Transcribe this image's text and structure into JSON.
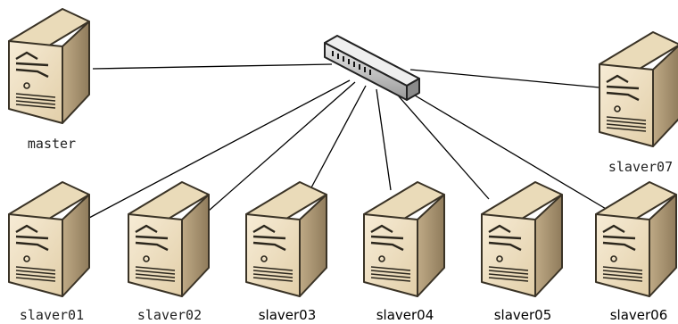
{
  "diagram": {
    "switch": {
      "icon": "network-switch-icon"
    },
    "servers": [
      {
        "id": "master",
        "label": "master",
        "icon": "server-tower-icon"
      },
      {
        "id": "slaver01",
        "label": "slaver01",
        "icon": "server-tower-icon"
      },
      {
        "id": "slaver02",
        "label": "slaver02",
        "icon": "server-tower-icon"
      },
      {
        "id": "slaver03",
        "label": "slaver03",
        "icon": "server-tower-icon"
      },
      {
        "id": "slaver04",
        "label": "slaver04",
        "icon": "server-tower-icon"
      },
      {
        "id": "slaver05",
        "label": "slaver05",
        "icon": "server-tower-icon"
      },
      {
        "id": "slaver06",
        "label": "slaver06",
        "icon": "server-tower-icon"
      },
      {
        "id": "slaver07",
        "label": "slaver07",
        "icon": "server-tower-icon"
      }
    ],
    "connections": [
      {
        "from": "switch",
        "to": "master"
      },
      {
        "from": "switch",
        "to": "slaver01"
      },
      {
        "from": "switch",
        "to": "slaver02"
      },
      {
        "from": "switch",
        "to": "slaver03"
      },
      {
        "from": "switch",
        "to": "slaver04"
      },
      {
        "from": "switch",
        "to": "slaver05"
      },
      {
        "from": "switch",
        "to": "slaver06"
      },
      {
        "from": "switch",
        "to": "slaver07"
      }
    ],
    "colors": {
      "server_front": "#f0e2c6",
      "server_side": "#b09b79",
      "server_top": "#e4d2ae",
      "switch_body": "#d8d8d8",
      "line": "#000000"
    }
  }
}
